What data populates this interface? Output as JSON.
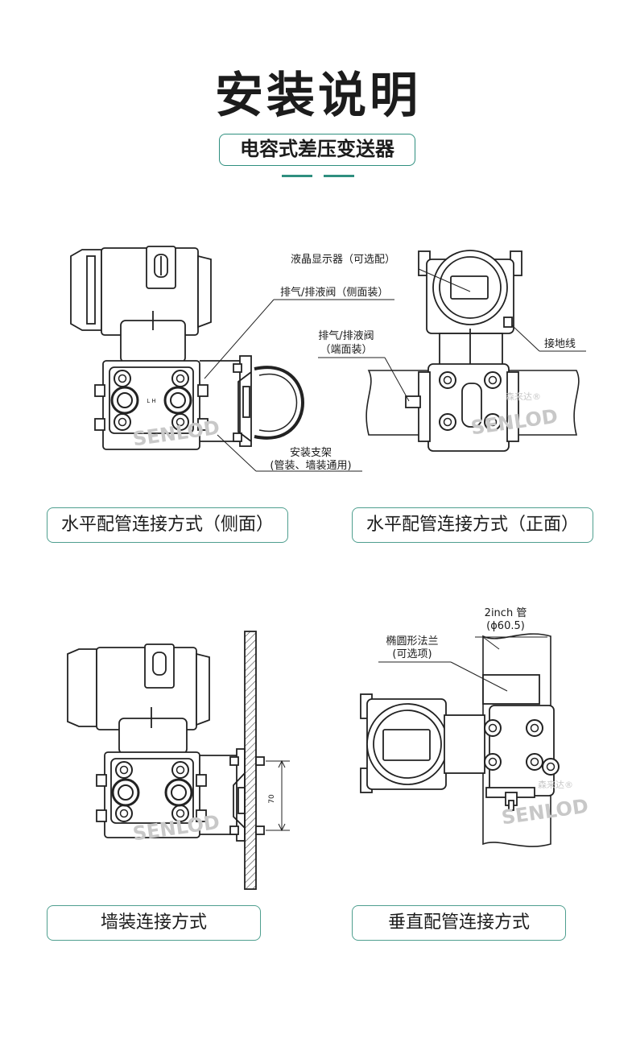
{
  "header": {
    "title": "安装说明",
    "subtitle": "电容式差压变送器",
    "accent_color": "#2f8f7f"
  },
  "diagrams": {
    "side": {
      "caption": "水平配管连接方式（侧面）",
      "label_vent": "排气/排液阀（侧面装）",
      "label_bracket_1": "安装支架",
      "label_bracket_2": "(管装、墙装通用)",
      "flange_mark": "L H"
    },
    "front": {
      "caption": "水平配管连接方式（正面）",
      "label_lcd": "液晶显示器（可选配）",
      "label_vent_1": "排气/排液阀",
      "label_vent_2": "（端面装）",
      "label_ground": "接地线"
    },
    "wall": {
      "caption": "墙装连接方式",
      "dimension": "70"
    },
    "vertical": {
      "caption": "垂直配管连接方式",
      "label_pipe_1": "2inch 管",
      "label_pipe_2": "(ϕ60.5)",
      "label_flange_1": "椭圆形法兰",
      "label_flange_2": "(可选项)"
    },
    "watermark_text": "SENLOD",
    "watermark_cn": "森来达®"
  }
}
